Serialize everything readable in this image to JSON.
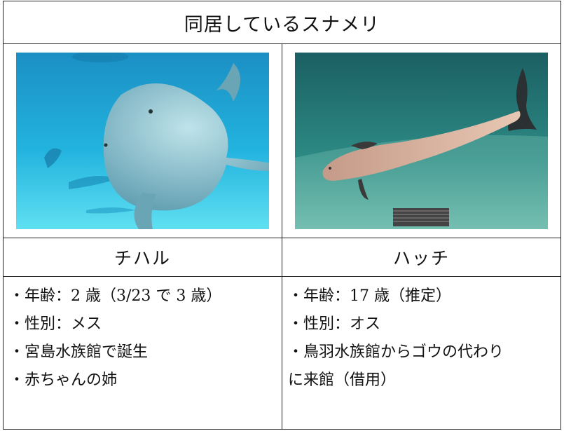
{
  "title": "同居しているスナメリ",
  "left": {
    "photo_alt": "dolphin-photo",
    "name": "チハル",
    "facts": [
      "・年齢：2 歳（3/23 で 3 歳）",
      "・性別：メス",
      "・宮島水族館で誕生",
      "・赤ちゃんの姉"
    ]
  },
  "right": {
    "photo_alt": "porpoise-photo",
    "name": "ハッチ",
    "facts": [
      "・年齢：17 歳（推定）",
      "・性別：オス",
      "・鳥羽水族館からゴウの代わり"
    ],
    "fact_continuation": "に来館（借用）"
  },
  "colors": {
    "left_water": "#1aa9d6",
    "right_water": "#1f6f70",
    "border": "#222222"
  }
}
